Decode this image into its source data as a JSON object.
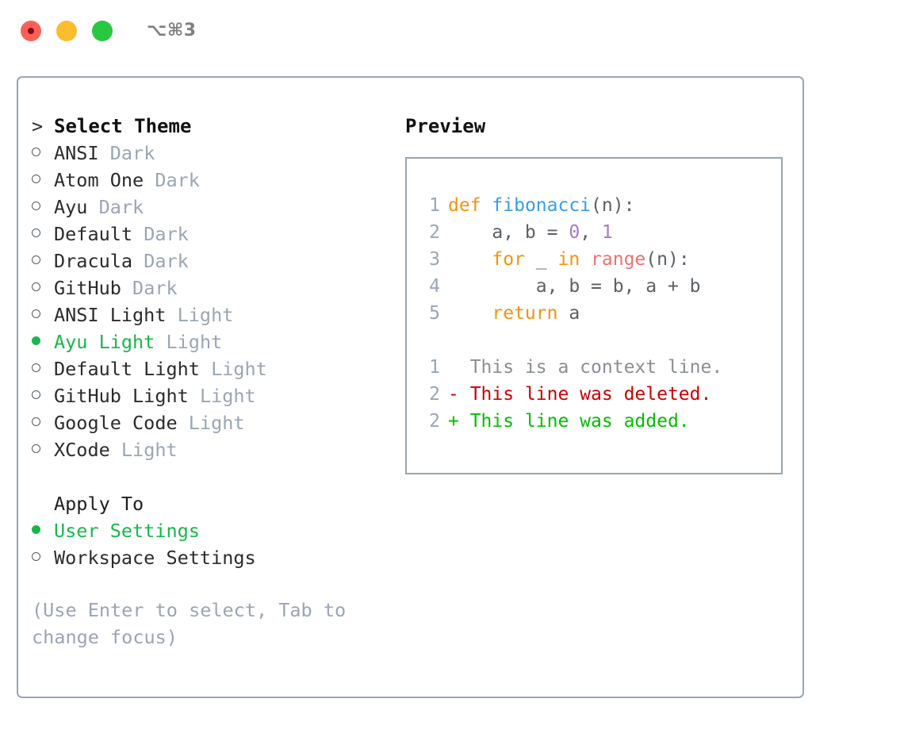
{
  "titlebar": {
    "close_label": "close",
    "minimize_label": "minimize",
    "maximize_label": "maximize",
    "shortcut": "⌥⌘3"
  },
  "theme_panel": {
    "prompt_marker": ">",
    "title": "Select Theme",
    "items": [
      {
        "marker": "o",
        "selected": false,
        "name": "ANSI",
        "kind": "Dark"
      },
      {
        "marker": "o",
        "selected": false,
        "name": "Atom One",
        "kind": "Dark"
      },
      {
        "marker": "o",
        "selected": false,
        "name": "Ayu",
        "kind": "Dark"
      },
      {
        "marker": "o",
        "selected": false,
        "name": "Default",
        "kind": "Dark"
      },
      {
        "marker": "o",
        "selected": false,
        "name": "Dracula",
        "kind": "Dark"
      },
      {
        "marker": "o",
        "selected": false,
        "name": "GitHub",
        "kind": "Dark"
      },
      {
        "marker": "o",
        "selected": false,
        "name": "ANSI Light",
        "kind": "Light"
      },
      {
        "marker": "●",
        "selected": true,
        "name": "Ayu Light",
        "kind": "Light"
      },
      {
        "marker": "o",
        "selected": false,
        "name": "Default Light",
        "kind": "Light"
      },
      {
        "marker": "o",
        "selected": false,
        "name": "GitHub Light",
        "kind": "Light"
      },
      {
        "marker": "o",
        "selected": false,
        "name": "Google Code",
        "kind": "Light"
      },
      {
        "marker": "o",
        "selected": false,
        "name": "XCode",
        "kind": "Light"
      }
    ]
  },
  "apply_panel": {
    "title": "Apply To",
    "items": [
      {
        "selected": true,
        "name": "User Settings"
      },
      {
        "selected": false,
        "name": "Workspace Settings"
      }
    ]
  },
  "hint": "(Use Enter to select, Tab to\nchange focus)",
  "preview": {
    "title": "Preview",
    "code_lines": [
      {
        "no": "1",
        "tokens": [
          {
            "t": "def",
            "c": "kw"
          },
          {
            "t": " ",
            "c": "plain"
          },
          {
            "t": "fibonacci",
            "c": "fn"
          },
          {
            "t": "(n):",
            "c": "plain"
          }
        ]
      },
      {
        "no": "2",
        "tokens": [
          {
            "t": "    a, b = ",
            "c": "plain"
          },
          {
            "t": "0",
            "c": "num"
          },
          {
            "t": ", ",
            "c": "plain"
          },
          {
            "t": "1",
            "c": "num"
          }
        ]
      },
      {
        "no": "3",
        "tokens": [
          {
            "t": "    ",
            "c": "plain"
          },
          {
            "t": "for",
            "c": "kw"
          },
          {
            "t": " _ ",
            "c": "plain"
          },
          {
            "t": "in",
            "c": "kw"
          },
          {
            "t": " ",
            "c": "plain"
          },
          {
            "t": "range",
            "c": "bi"
          },
          {
            "t": "(n):",
            "c": "plain"
          }
        ]
      },
      {
        "no": "4",
        "tokens": [
          {
            "t": "        a, b = b, a + b",
            "c": "plain"
          }
        ]
      },
      {
        "no": "5",
        "tokens": [
          {
            "t": "    ",
            "c": "plain"
          },
          {
            "t": "return",
            "c": "kw"
          },
          {
            "t": " a",
            "c": "plain"
          }
        ]
      }
    ],
    "diff_lines": [
      {
        "no": "1",
        "marker": "  ",
        "text": "This is a context line.",
        "kind": "ctx"
      },
      {
        "no": "2",
        "marker": "- ",
        "text": "This line was deleted.",
        "kind": "del"
      },
      {
        "no": "2",
        "marker": "+ ",
        "text": "This line was added.",
        "kind": "add"
      }
    ]
  },
  "colors": {
    "accent_green": "#19B74B",
    "border": "#9AA5B5",
    "muted": "#9AA5B5",
    "keyword": "#F2940D",
    "function": "#399EE6",
    "number": "#A37ACC",
    "builtin": "#F07171",
    "diff_added": "#00C000",
    "diff_deleted": "#CC0000",
    "dot_close": "#FF5F57",
    "dot_minimize": "#FDBC2E",
    "dot_maximize": "#28C840"
  }
}
